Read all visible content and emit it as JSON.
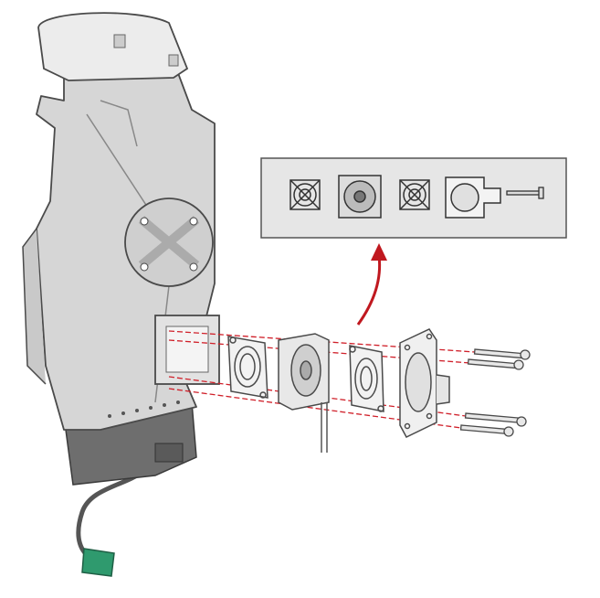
{
  "colors": {
    "cradle_body": "#d6d6d6",
    "cradle_top": "#ececec",
    "cradle_base": "#6e6e6e",
    "outline": "#4a4a4a",
    "guide_lines": "#d0202a",
    "connector": "#2f9a6e",
    "inset_background": "#e6e6e6",
    "inset_border": "#555555"
  },
  "parts": [
    {
      "name": "fan-guard-front",
      "icon": "fan-guard-icon"
    },
    {
      "name": "fan",
      "icon": "fan-icon"
    },
    {
      "name": "fan-guard-rear",
      "icon": "fan-guard-icon"
    },
    {
      "name": "mounting-plate",
      "icon": "plate-icon"
    },
    {
      "name": "screw",
      "icon": "screw-icon"
    }
  ]
}
